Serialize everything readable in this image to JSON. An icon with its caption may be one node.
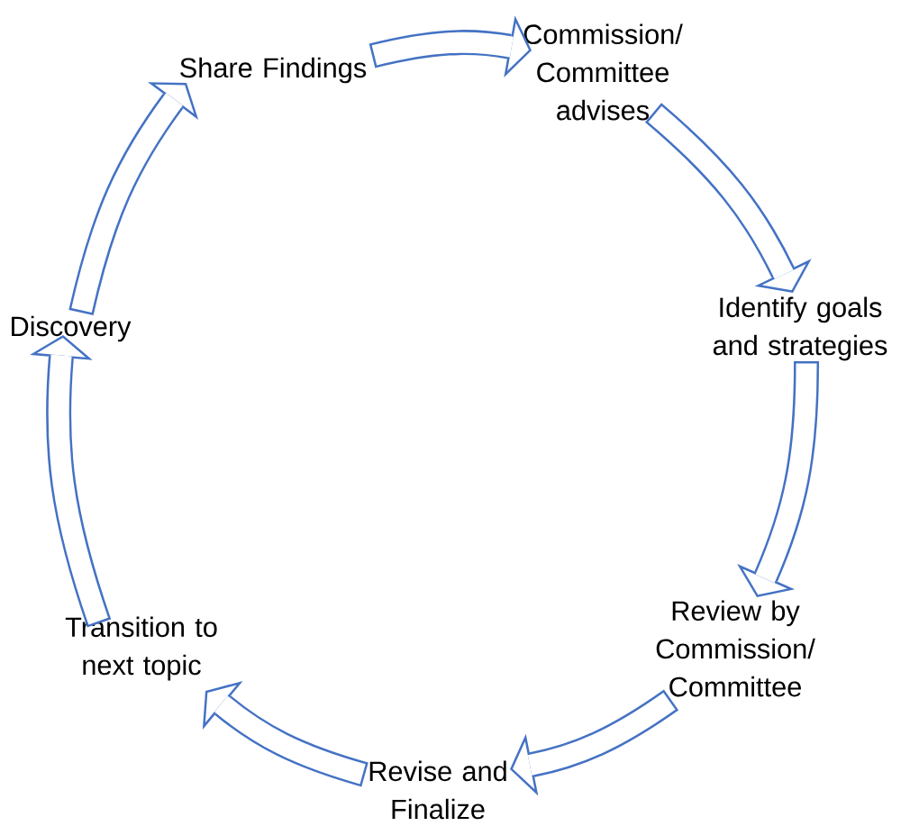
{
  "diagram": {
    "nodes": [
      {
        "text": [
          "Commission/ Committee advises"
        ]
      },
      {
        "text": [
          "Identify goals and strategies"
        ]
      },
      {
        "text": [
          "Review by Commission/ Committee"
        ]
      },
      {
        "text": [
          "Revise and Finalize"
        ]
      },
      {
        "text": [
          "Transition to next topic"
        ]
      },
      {
        "text": [
          "Discovery"
        ]
      },
      {
        "text": [
          "Share Findings"
        ]
      }
    ],
    "edges": [
      {
        "from": 6,
        "to": 0,
        "arrow": "to"
      },
      {
        "from": 0,
        "to": 1,
        "arrow": "to"
      },
      {
        "from": 1,
        "to": 2,
        "arrow": "to"
      },
      {
        "from": 2,
        "to": 3,
        "arrow": "to"
      },
      {
        "from": 3,
        "to": 4,
        "arrow": "to"
      },
      {
        "from": 4,
        "to": 5,
        "arrow": "to"
      },
      {
        "from": 5,
        "to": 6,
        "arrow": "to"
      }
    ]
  }
}
